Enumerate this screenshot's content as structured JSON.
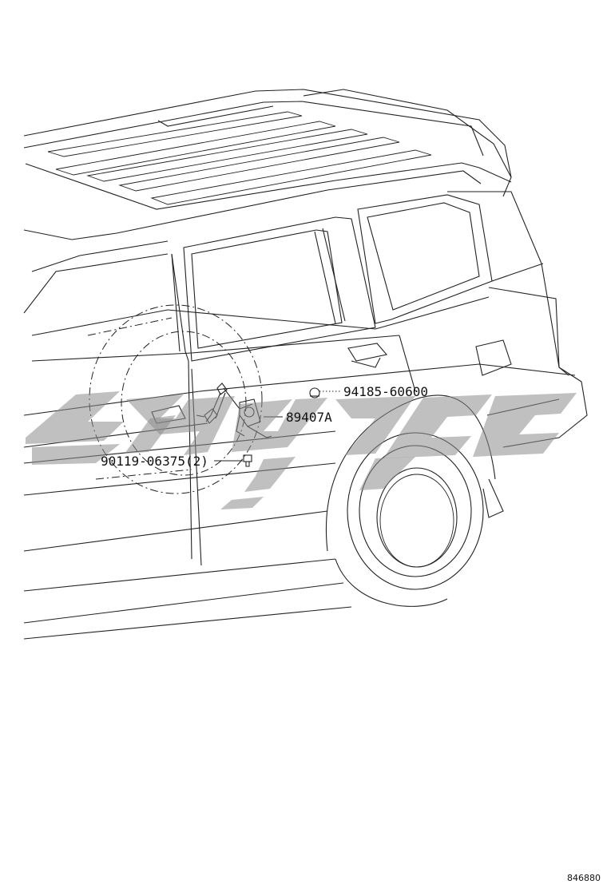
{
  "diagram": {
    "callouts": [
      {
        "id": "plug",
        "part_number": "94185-60600"
      },
      {
        "id": "sensor",
        "part_number": "89407A"
      },
      {
        "id": "bolt",
        "part_number": "90119-06375(2)"
      }
    ],
    "reference_number": "846880"
  },
  "colors": {
    "ink": "#222222",
    "watermark": "#8c8c8c",
    "background": "#ffffff"
  }
}
